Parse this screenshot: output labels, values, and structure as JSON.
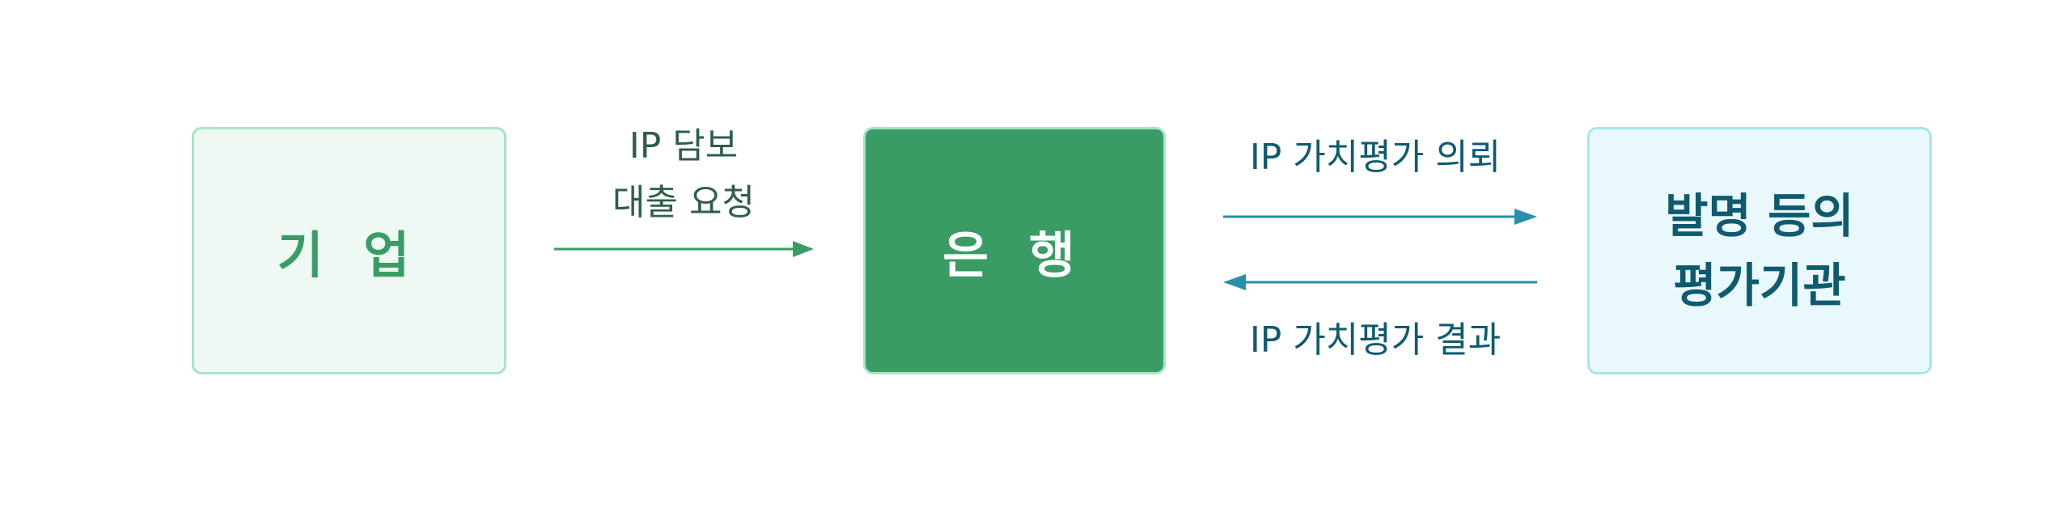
{
  "nodes": {
    "company": "기 업",
    "bank": "은 행",
    "agency_line1": "발명 등의",
    "agency_line2": "평가기관"
  },
  "edges": {
    "loan_line1": "IP 담보",
    "loan_line2": "대출 요청",
    "valuation_request": "IP 가치평가 의뢰",
    "valuation_result": "IP 가치평가 결과"
  },
  "colors": {
    "green_accent": "#3a9c65",
    "teal_accent": "#2a8fa8",
    "agency_text": "#0f5a6e"
  }
}
